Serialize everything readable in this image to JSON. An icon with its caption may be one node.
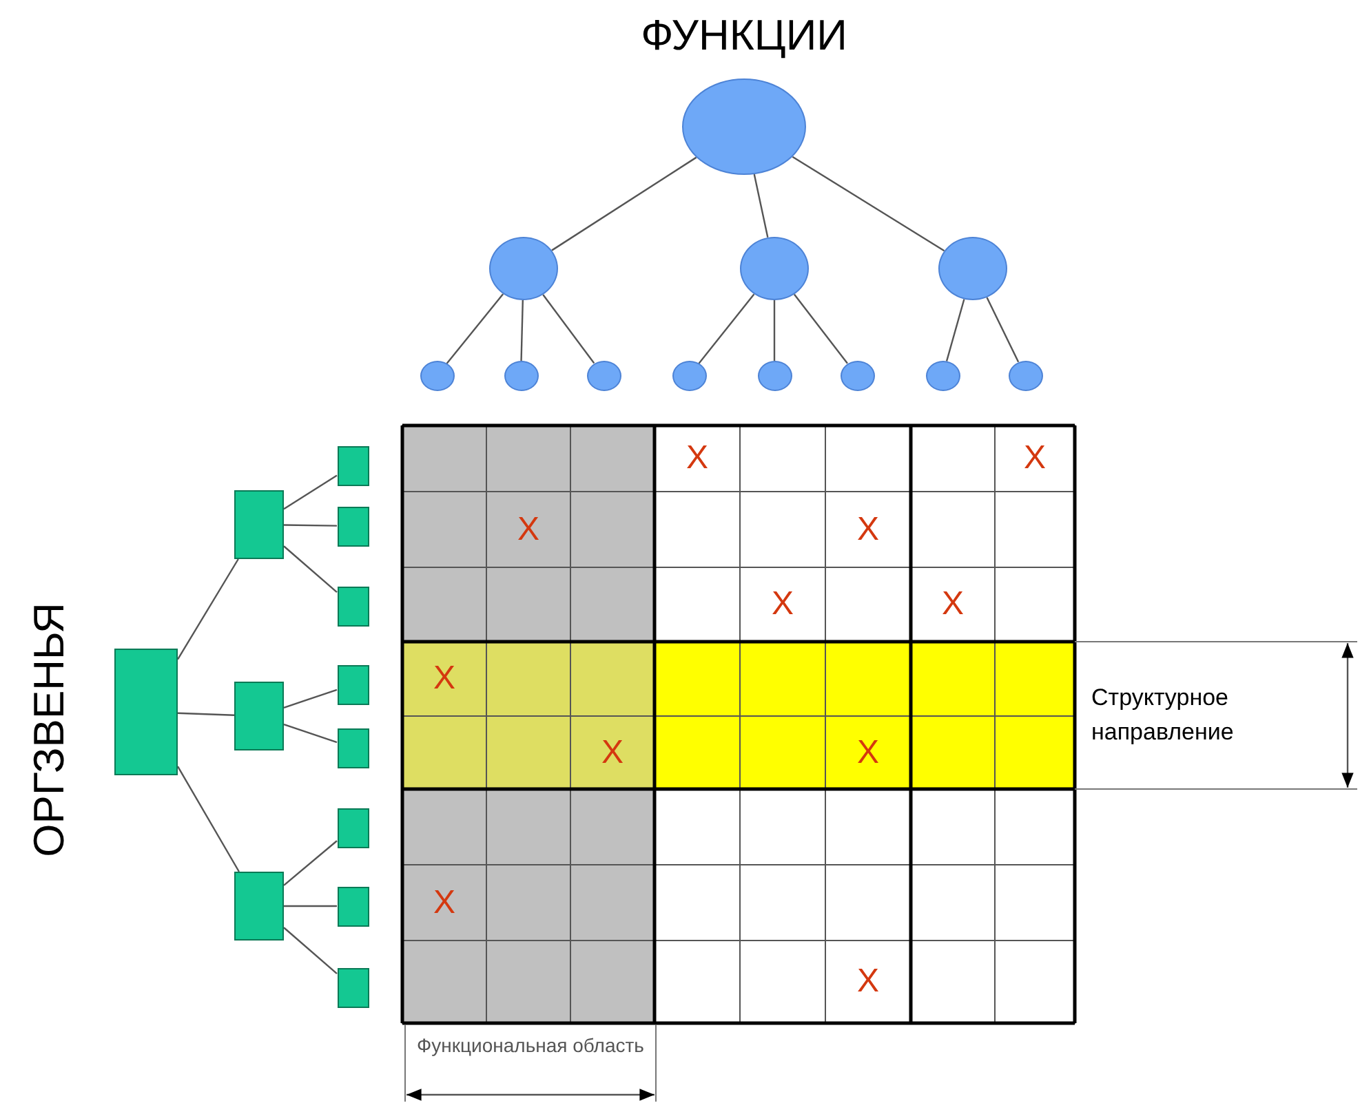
{
  "diagram": {
    "title": "ФУНКЦИИ",
    "nodes": [
      {
        "text": [],
        "shape": "circle"
      },
      {
        "text": [],
        "shape": "circle"
      },
      {
        "text": [],
        "shape": "circle"
      },
      {
        "text": [],
        "shape": "circle"
      },
      {
        "text": [],
        "shape": "circle"
      },
      {
        "text": [],
        "shape": "circle"
      },
      {
        "text": [],
        "shape": "circle"
      },
      {
        "text": [],
        "shape": "circle"
      },
      {
        "text": [],
        "shape": "circle"
      },
      {
        "text": [],
        "shape": "circle"
      },
      {
        "text": [],
        "shape": "circle"
      },
      {
        "text": [],
        "shape": "circle"
      },
      {
        "text": [],
        "shape": "box"
      },
      {
        "text": [],
        "shape": "box"
      },
      {
        "text": [],
        "shape": "box"
      },
      {
        "text": [],
        "shape": "box"
      },
      {
        "text": [],
        "shape": "box"
      },
      {
        "text": [],
        "shape": "box"
      },
      {
        "text": [],
        "shape": "box"
      },
      {
        "text": [],
        "shape": "box"
      },
      {
        "text": [],
        "shape": "box"
      },
      {
        "text": [],
        "shape": "box"
      },
      {
        "text": [],
        "shape": "box"
      },
      {
        "text": [],
        "shape": "box"
      }
    ],
    "edges": [
      {
        "from": 0,
        "to": 1,
        "arrow": "none"
      },
      {
        "from": 0,
        "to": 2,
        "arrow": "none"
      },
      {
        "from": 0,
        "to": 3,
        "arrow": "none"
      },
      {
        "from": 1,
        "to": 4,
        "arrow": "none"
      },
      {
        "from": 1,
        "to": 5,
        "arrow": "none"
      },
      {
        "from": 1,
        "to": 6,
        "arrow": "none"
      },
      {
        "from": 2,
        "to": 7,
        "arrow": "none"
      },
      {
        "from": 2,
        "to": 8,
        "arrow": "none"
      },
      {
        "from": 2,
        "to": 9,
        "arrow": "none"
      },
      {
        "from": 3,
        "to": 10,
        "arrow": "none"
      },
      {
        "from": 3,
        "to": 11,
        "arrow": "none"
      },
      {
        "from": 12,
        "to": 13,
        "arrow": "none"
      },
      {
        "from": 12,
        "to": 14,
        "arrow": "none"
      },
      {
        "from": 12,
        "to": 15,
        "arrow": "none"
      },
      {
        "from": 13,
        "to": 16,
        "arrow": "none"
      },
      {
        "from": 13,
        "to": 17,
        "arrow": "none"
      },
      {
        "from": 13,
        "to": 18,
        "arrow": "none"
      },
      {
        "from": 14,
        "to": 19,
        "arrow": "none"
      },
      {
        "from": 14,
        "to": 20,
        "arrow": "none"
      },
      {
        "from": 15,
        "to": 21,
        "arrow": "none"
      },
      {
        "from": 15,
        "to": 22,
        "arrow": "none"
      },
      {
        "from": 15,
        "to": 23,
        "arrow": "none"
      }
    ],
    "labels": [
      "ОРГЗВЕНЬЯ",
      "X",
      "X",
      "X",
      "X",
      "X",
      "X",
      "X",
      "X",
      "X",
      "X",
      "X",
      "Структурное направление",
      "Функциональная область"
    ]
  }
}
